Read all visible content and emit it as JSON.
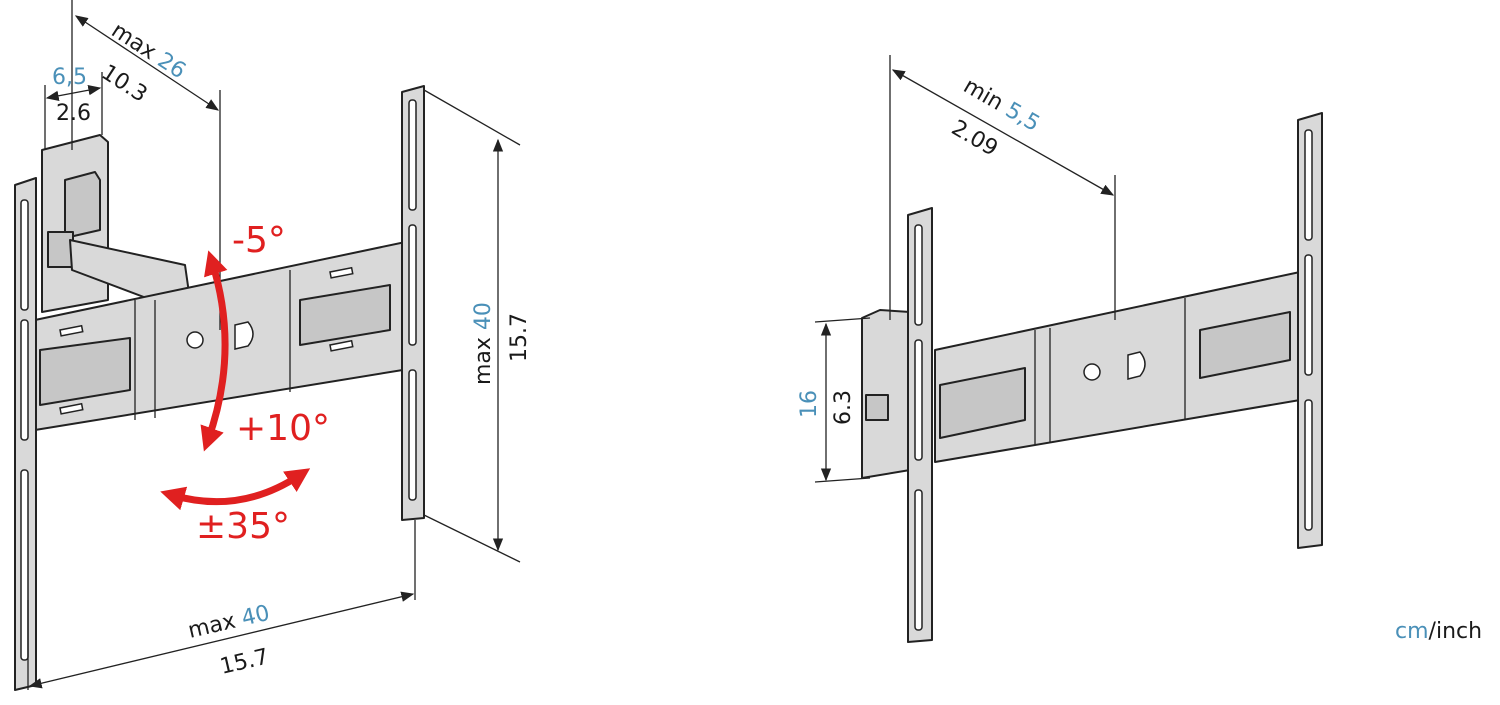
{
  "left_view": {
    "depth_max_label": "max",
    "depth_max_cm": "26",
    "depth_max_inch": "10.3",
    "depth_min_cm": "6,5",
    "depth_min_inch": "2.6",
    "tilt_up": "-5°",
    "tilt_down": "+10°",
    "swivel": "±35°",
    "height_max_label": "max",
    "height_max_cm": "40",
    "height_max_inch": "15.7",
    "width_max_label": "max",
    "width_max_cm": "40",
    "width_max_inch": "15.7"
  },
  "right_view": {
    "depth_min_label": "min",
    "depth_min_cm": "5,5",
    "depth_min_inch": "2.09",
    "wallplate_height_cm": "16",
    "wallplate_height_inch": "6.3"
  },
  "units": {
    "cm": "cm",
    "separator": "/",
    "inch": "inch"
  },
  "colors": {
    "cm": "#4a90b8",
    "inch": "#1a1a1a",
    "motion": "#e02020"
  }
}
